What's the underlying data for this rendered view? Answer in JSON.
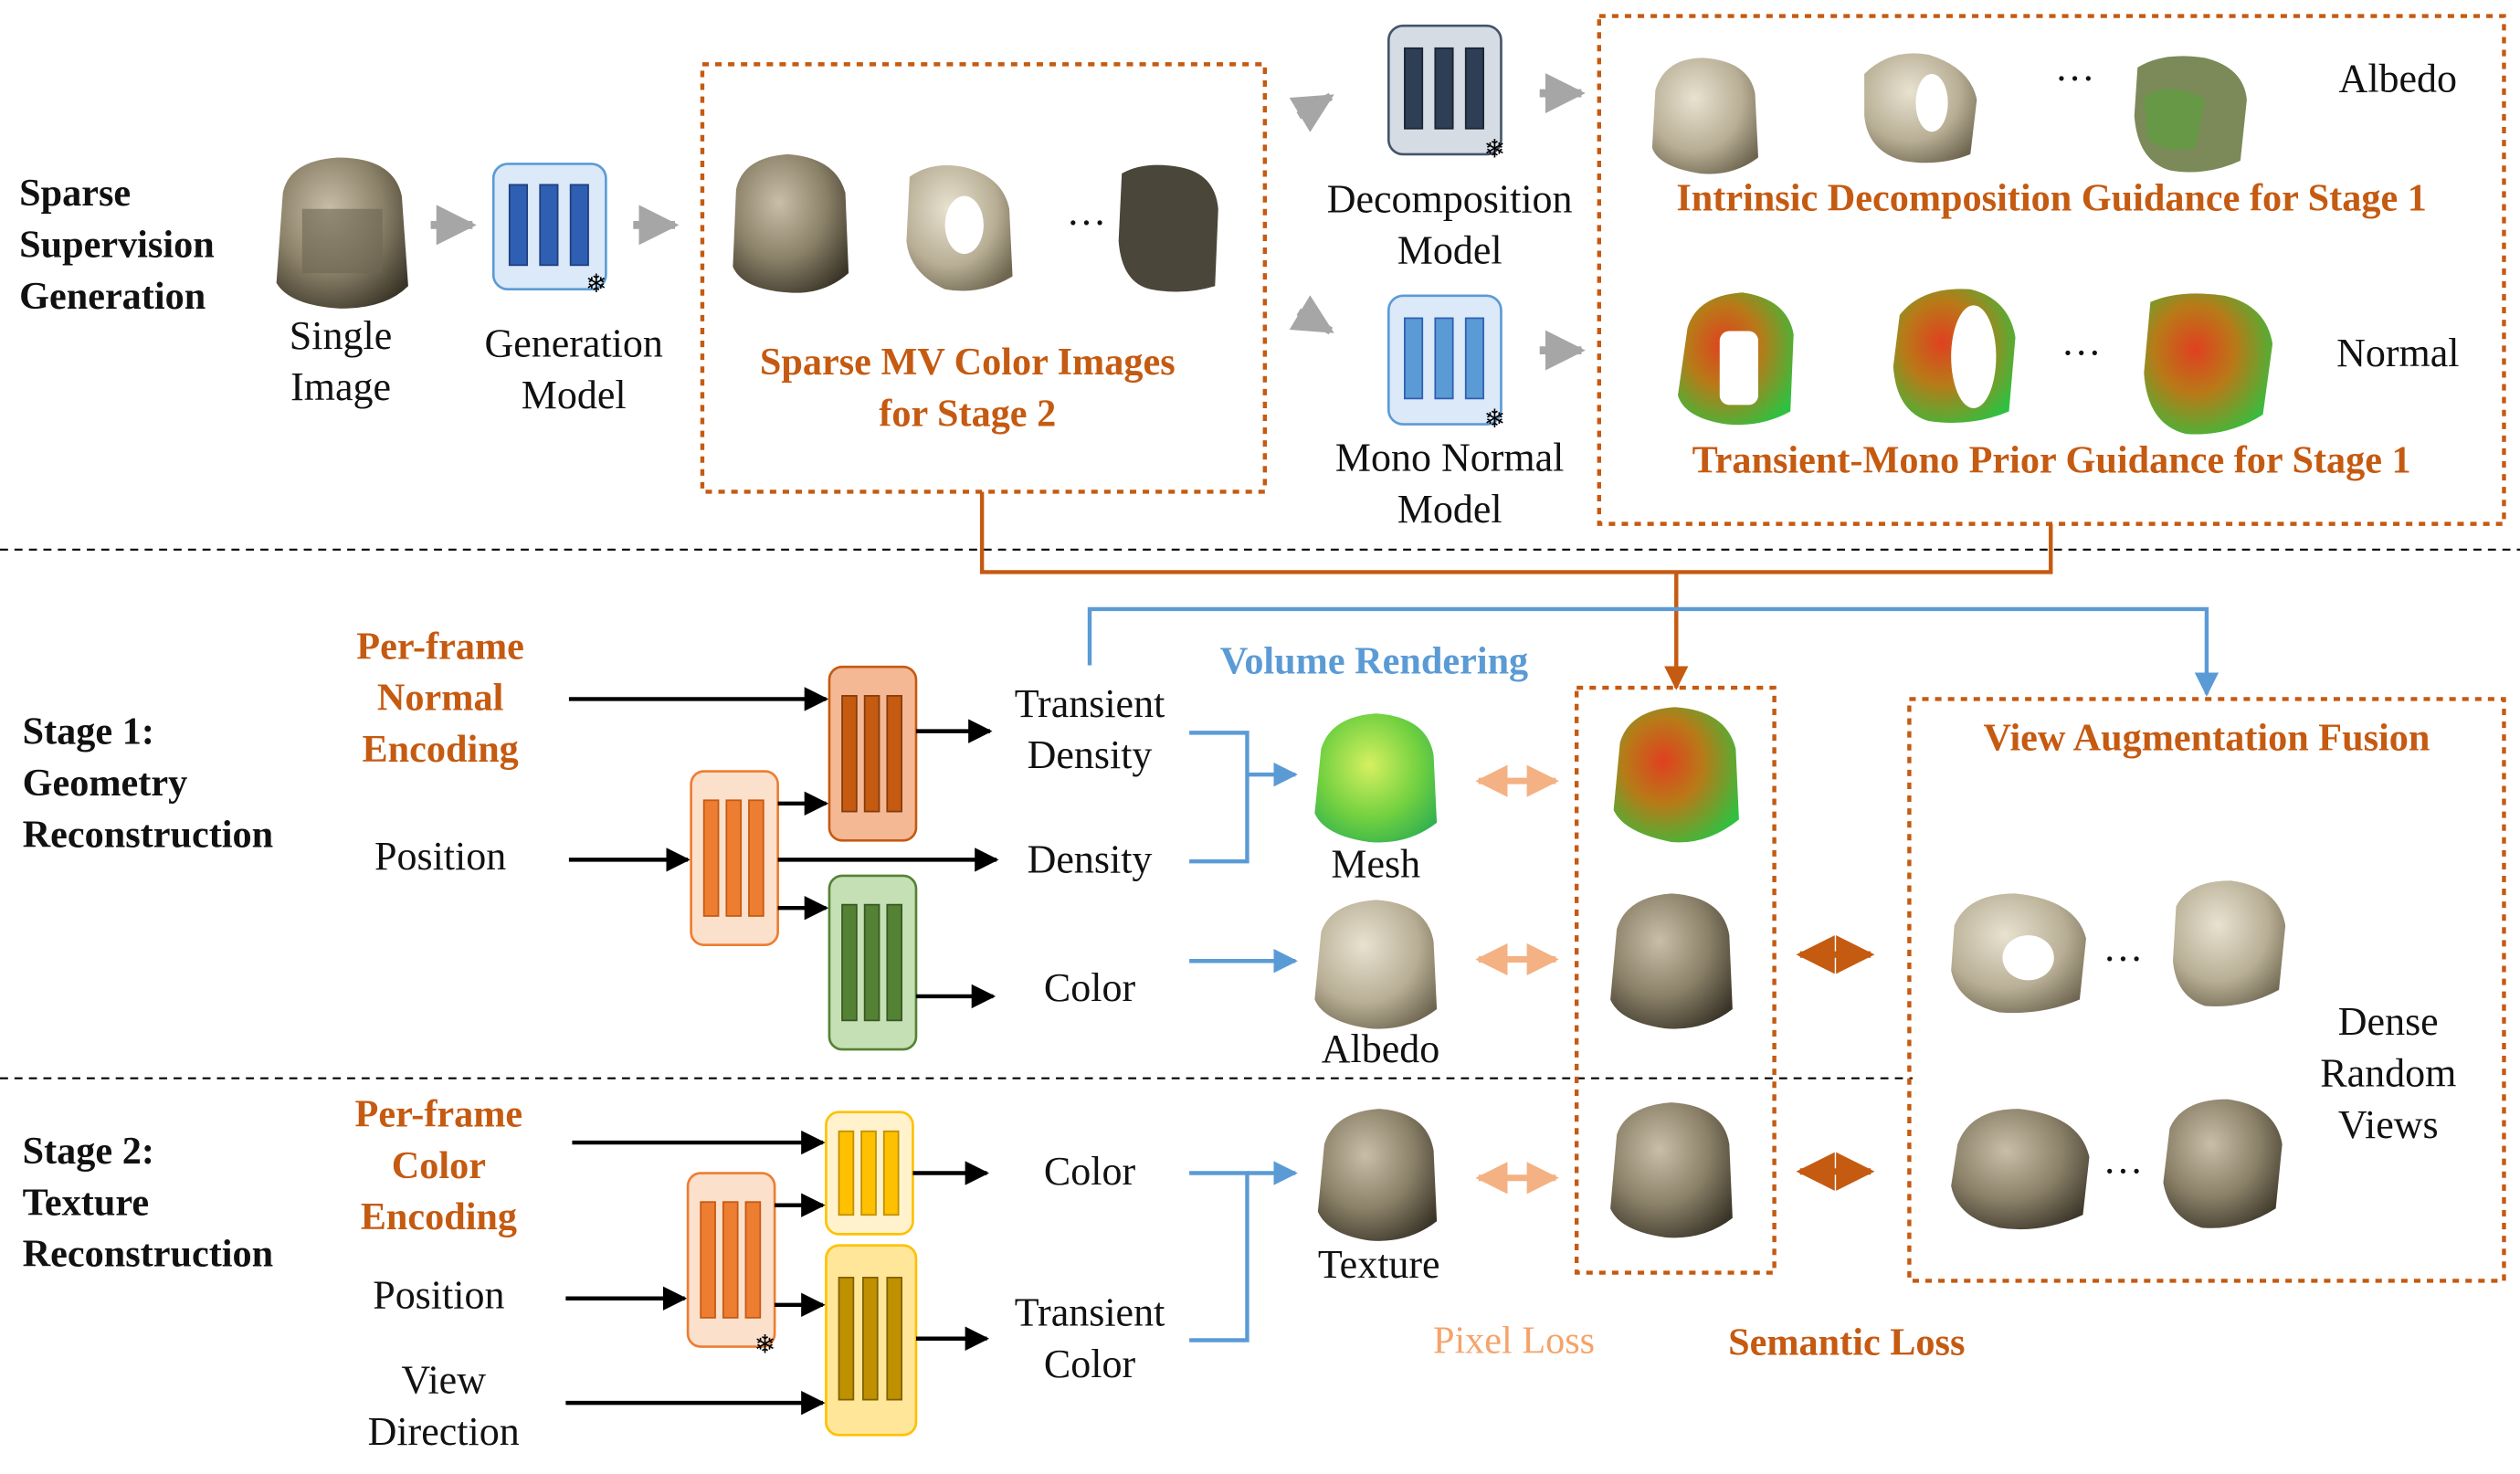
{
  "rows": {
    "row1": [
      "Sparse",
      "Supervision",
      "Generation"
    ],
    "row2": [
      "Stage 1:",
      "Geometry",
      "Reconstruction"
    ],
    "row3": [
      "Stage 2:",
      "Texture",
      "Reconstruction"
    ]
  },
  "top": {
    "single_image": [
      "Single",
      "Image"
    ],
    "generation_model": [
      "Generation",
      "Model"
    ],
    "sparse_mv": [
      "Sparse MV Color Images",
      "for Stage 2"
    ],
    "decomposition_model": [
      "Decomposition",
      "Model"
    ],
    "mono_normal_model": [
      "Mono Normal",
      "Model"
    ],
    "albedo": "Albedo",
    "normal": "Normal",
    "intrinsic_guidance": "Intrinsic Decomposition Guidance for Stage 1",
    "transient_guidance": "Transient-Mono Prior Guidance for Stage 1",
    "ellipsis": "···"
  },
  "stage1": {
    "encoding": [
      "Per-frame",
      "Normal",
      "Encoding"
    ],
    "position": "Position",
    "transient_density": [
      "Transient",
      "Density"
    ],
    "density": "Density",
    "color": "Color",
    "volume_rendering": "Volume Rendering",
    "mesh": "Mesh",
    "albedo": "Albedo"
  },
  "stage2": {
    "encoding": [
      "Per-frame",
      "Color",
      "Encoding"
    ],
    "position": "Position",
    "view_direction": [
      "View",
      "Direction"
    ],
    "color": "Color",
    "transient_color": [
      "Transient",
      "Color"
    ],
    "texture": "Texture"
  },
  "right": {
    "view_aug": "View Augmentation Fusion",
    "dense": [
      "Dense",
      "Random",
      "Views"
    ],
    "pixel_loss": "Pixel Loss",
    "semantic_loss": "Semantic Loss"
  },
  "colors": {
    "orange_dark": "#c55a11",
    "orange_light": "#f4b183",
    "blue": "#5b9bd5",
    "green": "#548235",
    "yellow": "#ffc000"
  }
}
